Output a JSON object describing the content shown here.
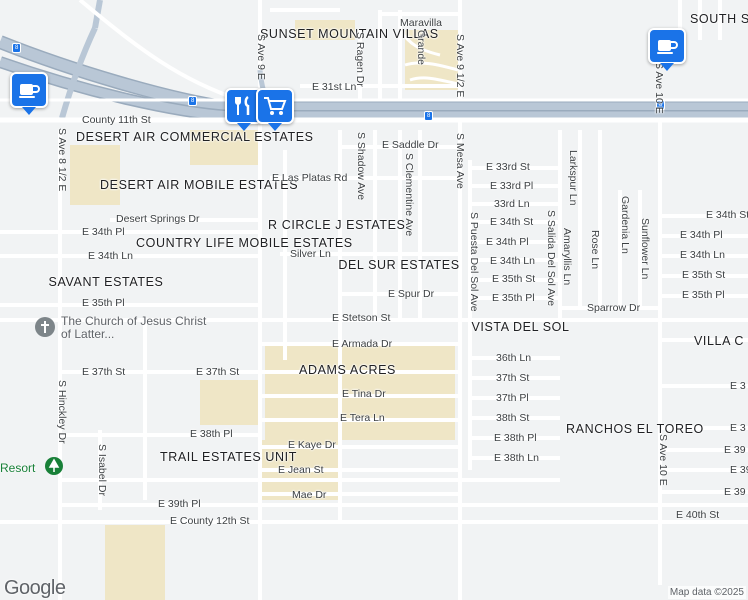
{
  "attribution": "Map data ©2025",
  "logo": "Google",
  "highway_badge": "8",
  "colors": {
    "background": "#f1f3f4",
    "road": "#ffffff",
    "road_edge": "#d6d9dc",
    "highway": "#b9c7d6",
    "highway_edge": "#9aabbd",
    "poi": "#1a73e8",
    "parcel": "#efe6c6",
    "park_poi": "#188038"
  },
  "neighborhoods": {
    "sunset_mountain_villas": "SUNSET MOUNTAIN VILLAS",
    "desert_air_commercial": "DESERT AIR COMMERCIAL ESTATES",
    "desert_air_mobile": "DESERT AIR MOBILE ESTATES",
    "r_circle_j": "R CIRCLE J ESTATES",
    "country_life": "COUNTRY LIFE MOBILE ESTATES",
    "del_sur": "DEL SUR ESTATES",
    "savant": "SAVANT ESTATES",
    "vista_del_sol": "VISTA DEL SOL",
    "villa": "VILLA C",
    "adams_acres": "ADAMS ACRES",
    "ranchos": "RANCHOS EL TOREO",
    "trail_estates": "TRAIL ESTATES UNIT",
    "south_sands": "SOUTH SANDS M"
  },
  "streets": {
    "maravilla": "Maravilla",
    "grande": "Grande",
    "s_ave_9_12_e": "S Ave 9 1/2 E",
    "s_ave_9_e": "S Ave 9 E",
    "s_ragen_dr": "S Ragen Dr",
    "e_31st_ln": "E 31st Ln",
    "county_11th_st": "County 11th St",
    "e_saddle_dr": "E Saddle Dr",
    "s_shadow_ave": "S Shadow Ave",
    "s_clementine_ave": "S Clementine Ave",
    "s_mesa_ave": "S Mesa Ave",
    "e_33rd_st": "E 33rd St",
    "e_33rd_pl": "E 33rd Pl",
    "33rd_ln": "33rd Ln",
    "e_34th_st": "E 34th St",
    "e_34th_pl": "E 34th Pl",
    "e_34th_ln": "E 34th Ln",
    "e_35th_st": "E 35th St",
    "e_35th_pl": "E 35th Pl",
    "e_spur_dr": "E Spur Dr",
    "sparrow_dr": "Sparrow Dr",
    "larkspur_ln": "Larkspur Ln",
    "amaryllis_ln": "Amaryllis Ln",
    "s_salida_del_sol": "S Salida Del Sol Ave",
    "s_puesta_del_sol": "S Puesta Del Sol Ave",
    "rose_ln": "Rose Ln",
    "gardenia_ln": "Gardenia Ln",
    "sunflower_ln": "Sunflower Ln",
    "e_las_platas_rd": "E Las Platas Rd",
    "desert_springs_dr": "Desert Springs Dr",
    "silver_ln": "Silver Ln",
    "e_stetson_st": "E Stetson St",
    "e_armada_dr": "E Armada Dr",
    "e_37th_st": "E 37th St",
    "e_tina_dr": "E Tina Dr",
    "e_tera_ln": "E Tera Ln",
    "36th_ln": "36th Ln",
    "37th_st": "37th St",
    "37th_pl": "37th Pl",
    "38th_st": "38th St",
    "e_38th_pl": "E 38th Pl",
    "e_38th_ln": "E 38th Ln",
    "e_kaye_dr": "E Kaye Dr",
    "e_jean_st": "E Jean St",
    "mae_dr": "Mae Dr",
    "e_39th_pl": "E 39th Pl",
    "e_county_12th_st": "E County 12th St",
    "e_40th_st": "E 40th St",
    "s_ave_8_12_e": "S Ave 8 1/2 E",
    "s_hinckley_dr": "S Hinckley Dr",
    "s_isabel_dr": "S Isabel Dr",
    "s_ave_10_e": "S Ave 10 E",
    "s_ave_10e_top": "S Ave 10 E",
    "e_3_right_a": "E 3",
    "e_3_right_b": "E 3",
    "e_39_right_a": "E 39",
    "e_39_right_b": "E 39",
    "e_39_right_c": "E 39"
  },
  "pois": {
    "church": "The Church of Jesus Christ of Latter...",
    "resort": "Resort"
  },
  "poi_icons": [
    "coffee-cup-icon",
    "fork-knife-icon",
    "shopping-cart-icon",
    "church-icon",
    "tree-park-icon"
  ]
}
